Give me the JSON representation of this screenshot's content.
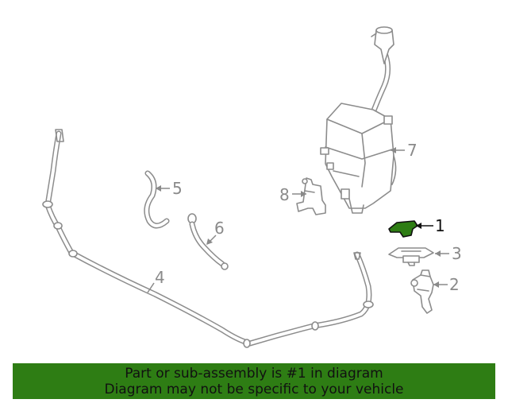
{
  "diagram": {
    "callouts": {
      "c1": "1",
      "c2": "2",
      "c3": "3",
      "c4": "4",
      "c5": "5",
      "c6": "6",
      "c7": "7",
      "c8": "8"
    },
    "highlighted_part": "1",
    "highlight_color": "#2e7d14",
    "parts": {
      "p1": "Part 1",
      "p2": "Part 2",
      "p3": "Part 3",
      "p4": "Part 4",
      "p5": "Part 5",
      "p6": "Part 6",
      "p7": "Part 7",
      "p8": "Part 8"
    }
  },
  "banner": {
    "line1": "Part or sub-assembly is #1 in diagram",
    "line2": "Diagram may not be specific to your vehicle",
    "background": "#2e7d14"
  }
}
